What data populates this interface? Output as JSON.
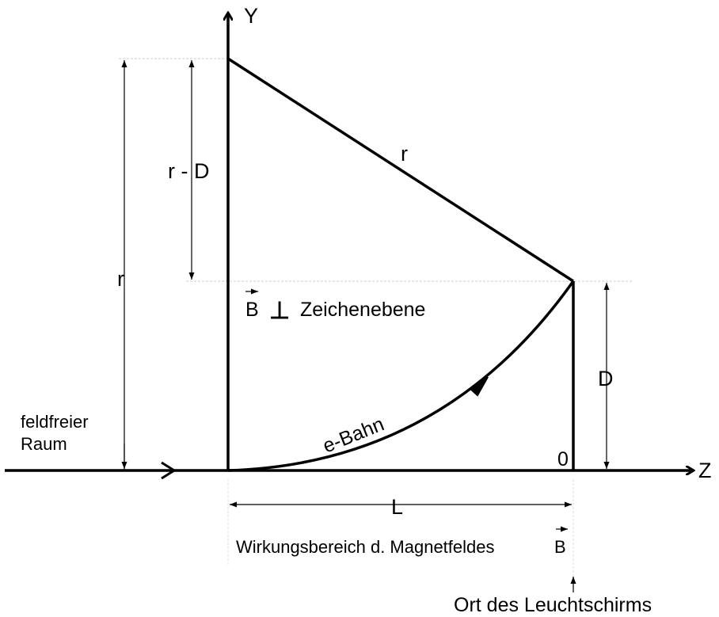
{
  "labels": {
    "y_axis": "Y",
    "z_axis": "Z",
    "r_diag": "r",
    "r_minus_d": "r - D",
    "r_left": "r",
    "d": "D",
    "b_vector": "B",
    "perp": "⊥",
    "plane": "Zeichenebene",
    "path": "e-Bahn",
    "field_free_1": "feldfreier",
    "field_free_2": "Raum",
    "origin": "0",
    "length": "L",
    "field_region": "Wirkungsbereich d. Magnetfeldes",
    "field_b": "B",
    "screen": "Ort des Leuchtschirms"
  },
  "colors": {
    "line": "#000000",
    "dim": "#cccccc"
  }
}
